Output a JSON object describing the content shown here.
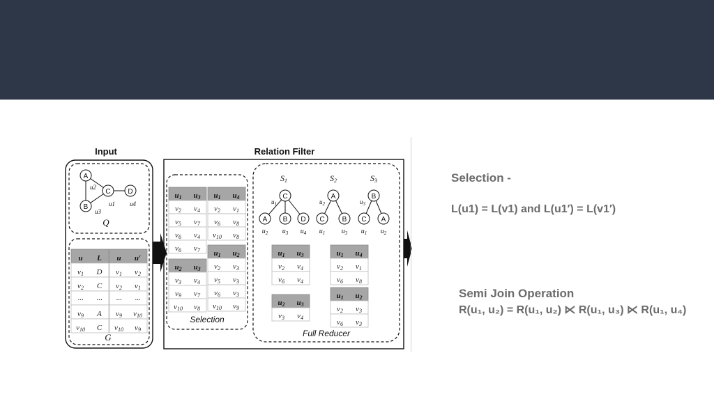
{
  "header": {
    "color": "#2e3748"
  },
  "figure": {
    "input_title": "Input",
    "filter_title": "Relation Filter",
    "query_graph": {
      "label": "Q",
      "nodes": [
        "A",
        "B",
        "C",
        "D"
      ],
      "edge_labels": [
        "u2",
        "u3",
        "u1",
        "u4"
      ]
    },
    "data_graph": {
      "label": "G",
      "label_table": {
        "headers": [
          "u",
          "L"
        ],
        "rows": [
          [
            "v1",
            "D"
          ],
          [
            "v2",
            "C"
          ],
          [
            "···",
            "···"
          ],
          [
            "v9",
            "A"
          ],
          [
            "v10",
            "C"
          ]
        ]
      },
      "edge_table": {
        "headers": [
          "u",
          "u′"
        ],
        "rows": [
          [
            "v1",
            "v2"
          ],
          [
            "v2",
            "v1"
          ],
          [
            "···",
            "···"
          ],
          [
            "v9",
            "v10"
          ],
          [
            "v10",
            "v9"
          ]
        ]
      }
    },
    "selection": {
      "label": "Selection",
      "tables": [
        {
          "headers": [
            "u1",
            "u3"
          ],
          "rows": [
            [
              "v2",
              "v4"
            ],
            [
              "v5",
              "v7"
            ],
            [
              "v6",
              "v4"
            ],
            [
              "v6",
              "v7"
            ]
          ]
        },
        {
          "headers": [
            "u1",
            "u4"
          ],
          "rows": [
            [
              "v2",
              "v1"
            ],
            [
              "v6",
              "v8"
            ],
            [
              "v10",
              "v8"
            ]
          ]
        },
        {
          "headers": [
            "u2",
            "u3"
          ],
          "rows": [
            [
              "v3",
              "v4"
            ],
            [
              "v9",
              "v7"
            ],
            [
              "v10",
              "v8"
            ]
          ]
        },
        {
          "headers": [
            "u1",
            "u2"
          ],
          "rows": [
            [
              "v2",
              "v3"
            ],
            [
              "v5",
              "v3"
            ],
            [
              "v6",
              "v3"
            ],
            [
              "v10",
              "v9"
            ]
          ]
        }
      ]
    },
    "full_reducer": {
      "label": "Full Reducer",
      "trees": [
        {
          "name": "S1",
          "root": "C",
          "root_label": "u1",
          "children": [
            "A",
            "B",
            "D"
          ],
          "child_labels": [
            "u2",
            "u3",
            "u4"
          ]
        },
        {
          "name": "S2",
          "root": "A",
          "root_label": "u2",
          "children": [
            "C",
            "B"
          ],
          "child_labels": [
            "u1",
            "u3"
          ]
        },
        {
          "name": "S3",
          "root": "B",
          "root_label": "u3",
          "children": [
            "C",
            "A"
          ],
          "child_labels": [
            "u1",
            "u2"
          ]
        }
      ],
      "tables": [
        {
          "headers": [
            "u1",
            "u3"
          ],
          "rows": [
            [
              "v2",
              "v4"
            ],
            [
              "v6",
              "v4"
            ]
          ]
        },
        {
          "headers": [
            "u1",
            "u4"
          ],
          "rows": [
            [
              "v2",
              "v1"
            ],
            [
              "v6",
              "v8"
            ]
          ]
        },
        {
          "headers": [
            "u2",
            "u3"
          ],
          "rows": [
            [
              "v3",
              "v4"
            ]
          ]
        },
        {
          "headers": [
            "u1",
            "u2"
          ],
          "rows": [
            [
              "v2",
              "v3"
            ],
            [
              "v6",
              "v3"
            ]
          ]
        }
      ]
    }
  },
  "side": {
    "selection_title": "Selection -",
    "selection_formula": "L(u1) = L(v1) and L(u1′) = L(v1′)",
    "semi_title": "Semi Join Operation",
    "semi_formula": "R(u₁, u₂) = R(u₁, u₂) ⋉ R(u₁, u₃)  ⋉ R(u₁, u₄)"
  }
}
